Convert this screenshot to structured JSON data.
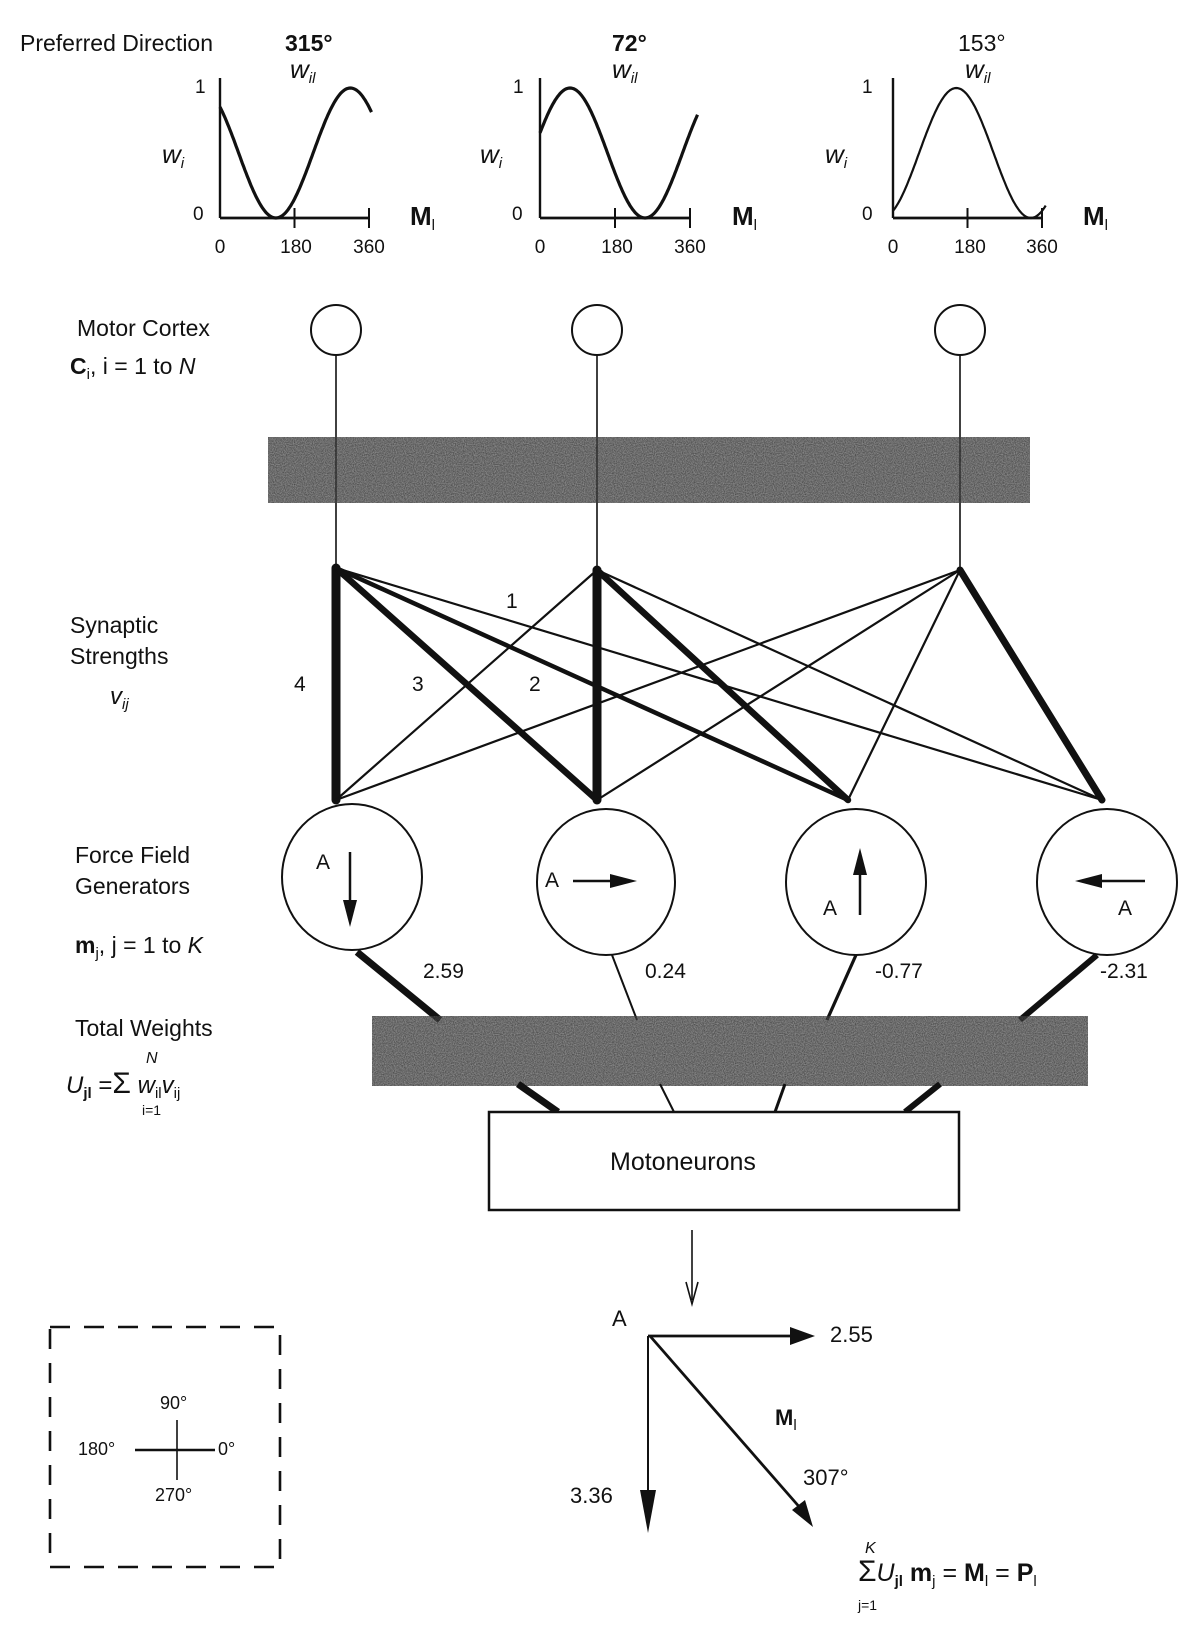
{
  "header": {
    "preferred_direction_label": "Preferred Direction"
  },
  "tuning_plots": [
    {
      "preferred_direction": "315°",
      "plot_title": "w",
      "plot_title_sub": "il",
      "y_label": "w",
      "y_label_sub": "i",
      "x_label": "M",
      "x_label_sub": "l",
      "y_ticks": [
        "1",
        "0"
      ],
      "x_ticks": [
        "0",
        "180",
        "360"
      ],
      "preferred_deg": 315
    },
    {
      "preferred_direction": "72°",
      "plot_title": "w",
      "plot_title_sub": "il",
      "y_label": "w",
      "y_label_sub": "i",
      "x_label": "M",
      "x_label_sub": "l",
      "y_ticks": [
        "1",
        "0"
      ],
      "x_ticks": [
        "0",
        "180",
        "360"
      ],
      "preferred_deg": 72
    },
    {
      "preferred_direction": "153°",
      "plot_title": "w",
      "plot_title_sub": "il",
      "y_label": "w",
      "y_label_sub": "i",
      "x_label": "M",
      "x_label_sub": "l",
      "y_ticks": [
        "1",
        "0"
      ],
      "x_ticks": [
        "0",
        "180",
        "360"
      ],
      "preferred_deg": 153
    }
  ],
  "motor_cortex": {
    "title": "Motor Cortex",
    "var": "C",
    "var_sub": "i",
    "range_text": ", i = 1 to ",
    "range_end": "N"
  },
  "synaptic": {
    "title_line1": "Synaptic",
    "title_line2": "Strengths",
    "var": "v",
    "var_sub": "ij",
    "strength_labels": [
      "4",
      "3",
      "2",
      "1"
    ]
  },
  "force_field": {
    "title_line1": "Force Field",
    "title_line2": "Generators",
    "var": "m",
    "var_sub": "j",
    "range_text": ", j = 1 to ",
    "range_end": "K",
    "generators": [
      {
        "point_label": "A",
        "direction": "down",
        "weight": "2.59"
      },
      {
        "point_label": "A",
        "direction": "right",
        "weight": "0.24"
      },
      {
        "point_label": "A",
        "direction": "up",
        "weight": "-0.77"
      },
      {
        "point_label": "A",
        "direction": "left",
        "weight": "-2.31"
      }
    ]
  },
  "total_weights": {
    "title": "Total Weights",
    "formula_lhs": "U",
    "formula_lhs_sub": "jl",
    "formula_eq": "=",
    "sum_upper": "N",
    "sum_lower": "i=1",
    "term1": "w",
    "term1_sub": "il",
    "term2": "v",
    "term2_sub": "ij"
  },
  "motoneurons": {
    "label": "Motoneurons"
  },
  "result": {
    "point_label": "A",
    "x_component": "2.55",
    "y_component": "3.36",
    "vector_label": "M",
    "vector_label_sub": "l",
    "angle": "307°",
    "formula": {
      "sum_upper": "K",
      "sum_lower": "j=1",
      "u": "U",
      "u_sub": "jl",
      "m": "m",
      "m_sub": "j",
      "eq1": "=",
      "M": "M",
      "M_sub": "l",
      "eq2": "=",
      "P": "P",
      "P_sub": "l"
    }
  },
  "compass": {
    "north": "90°",
    "west": "180°",
    "east": "0°",
    "south": "270°"
  }
}
